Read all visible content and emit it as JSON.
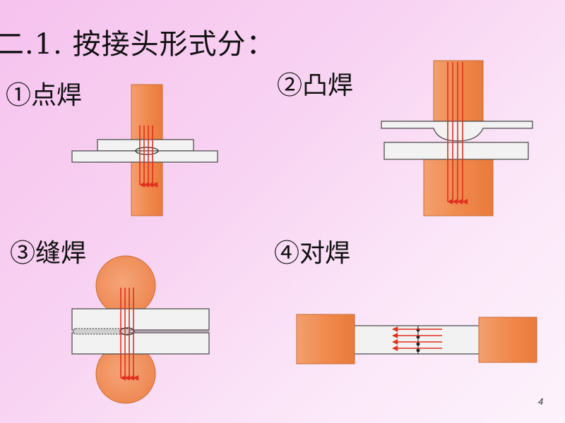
{
  "heading": "二.1. 按接头形式分：",
  "panels": [
    {
      "label": "①点焊"
    },
    {
      "label": "②凸焊"
    },
    {
      "label": "③缝焊"
    },
    {
      "label": "④对焊"
    }
  ],
  "page_number": "4",
  "colors": {
    "electrode": "#f08a4e",
    "electrode_outline": "#c96a30",
    "sheet": "#f2f2f2",
    "sheet_outline": "#444444",
    "current_arrow": "#e0301e",
    "background": "#f7c6ef"
  }
}
